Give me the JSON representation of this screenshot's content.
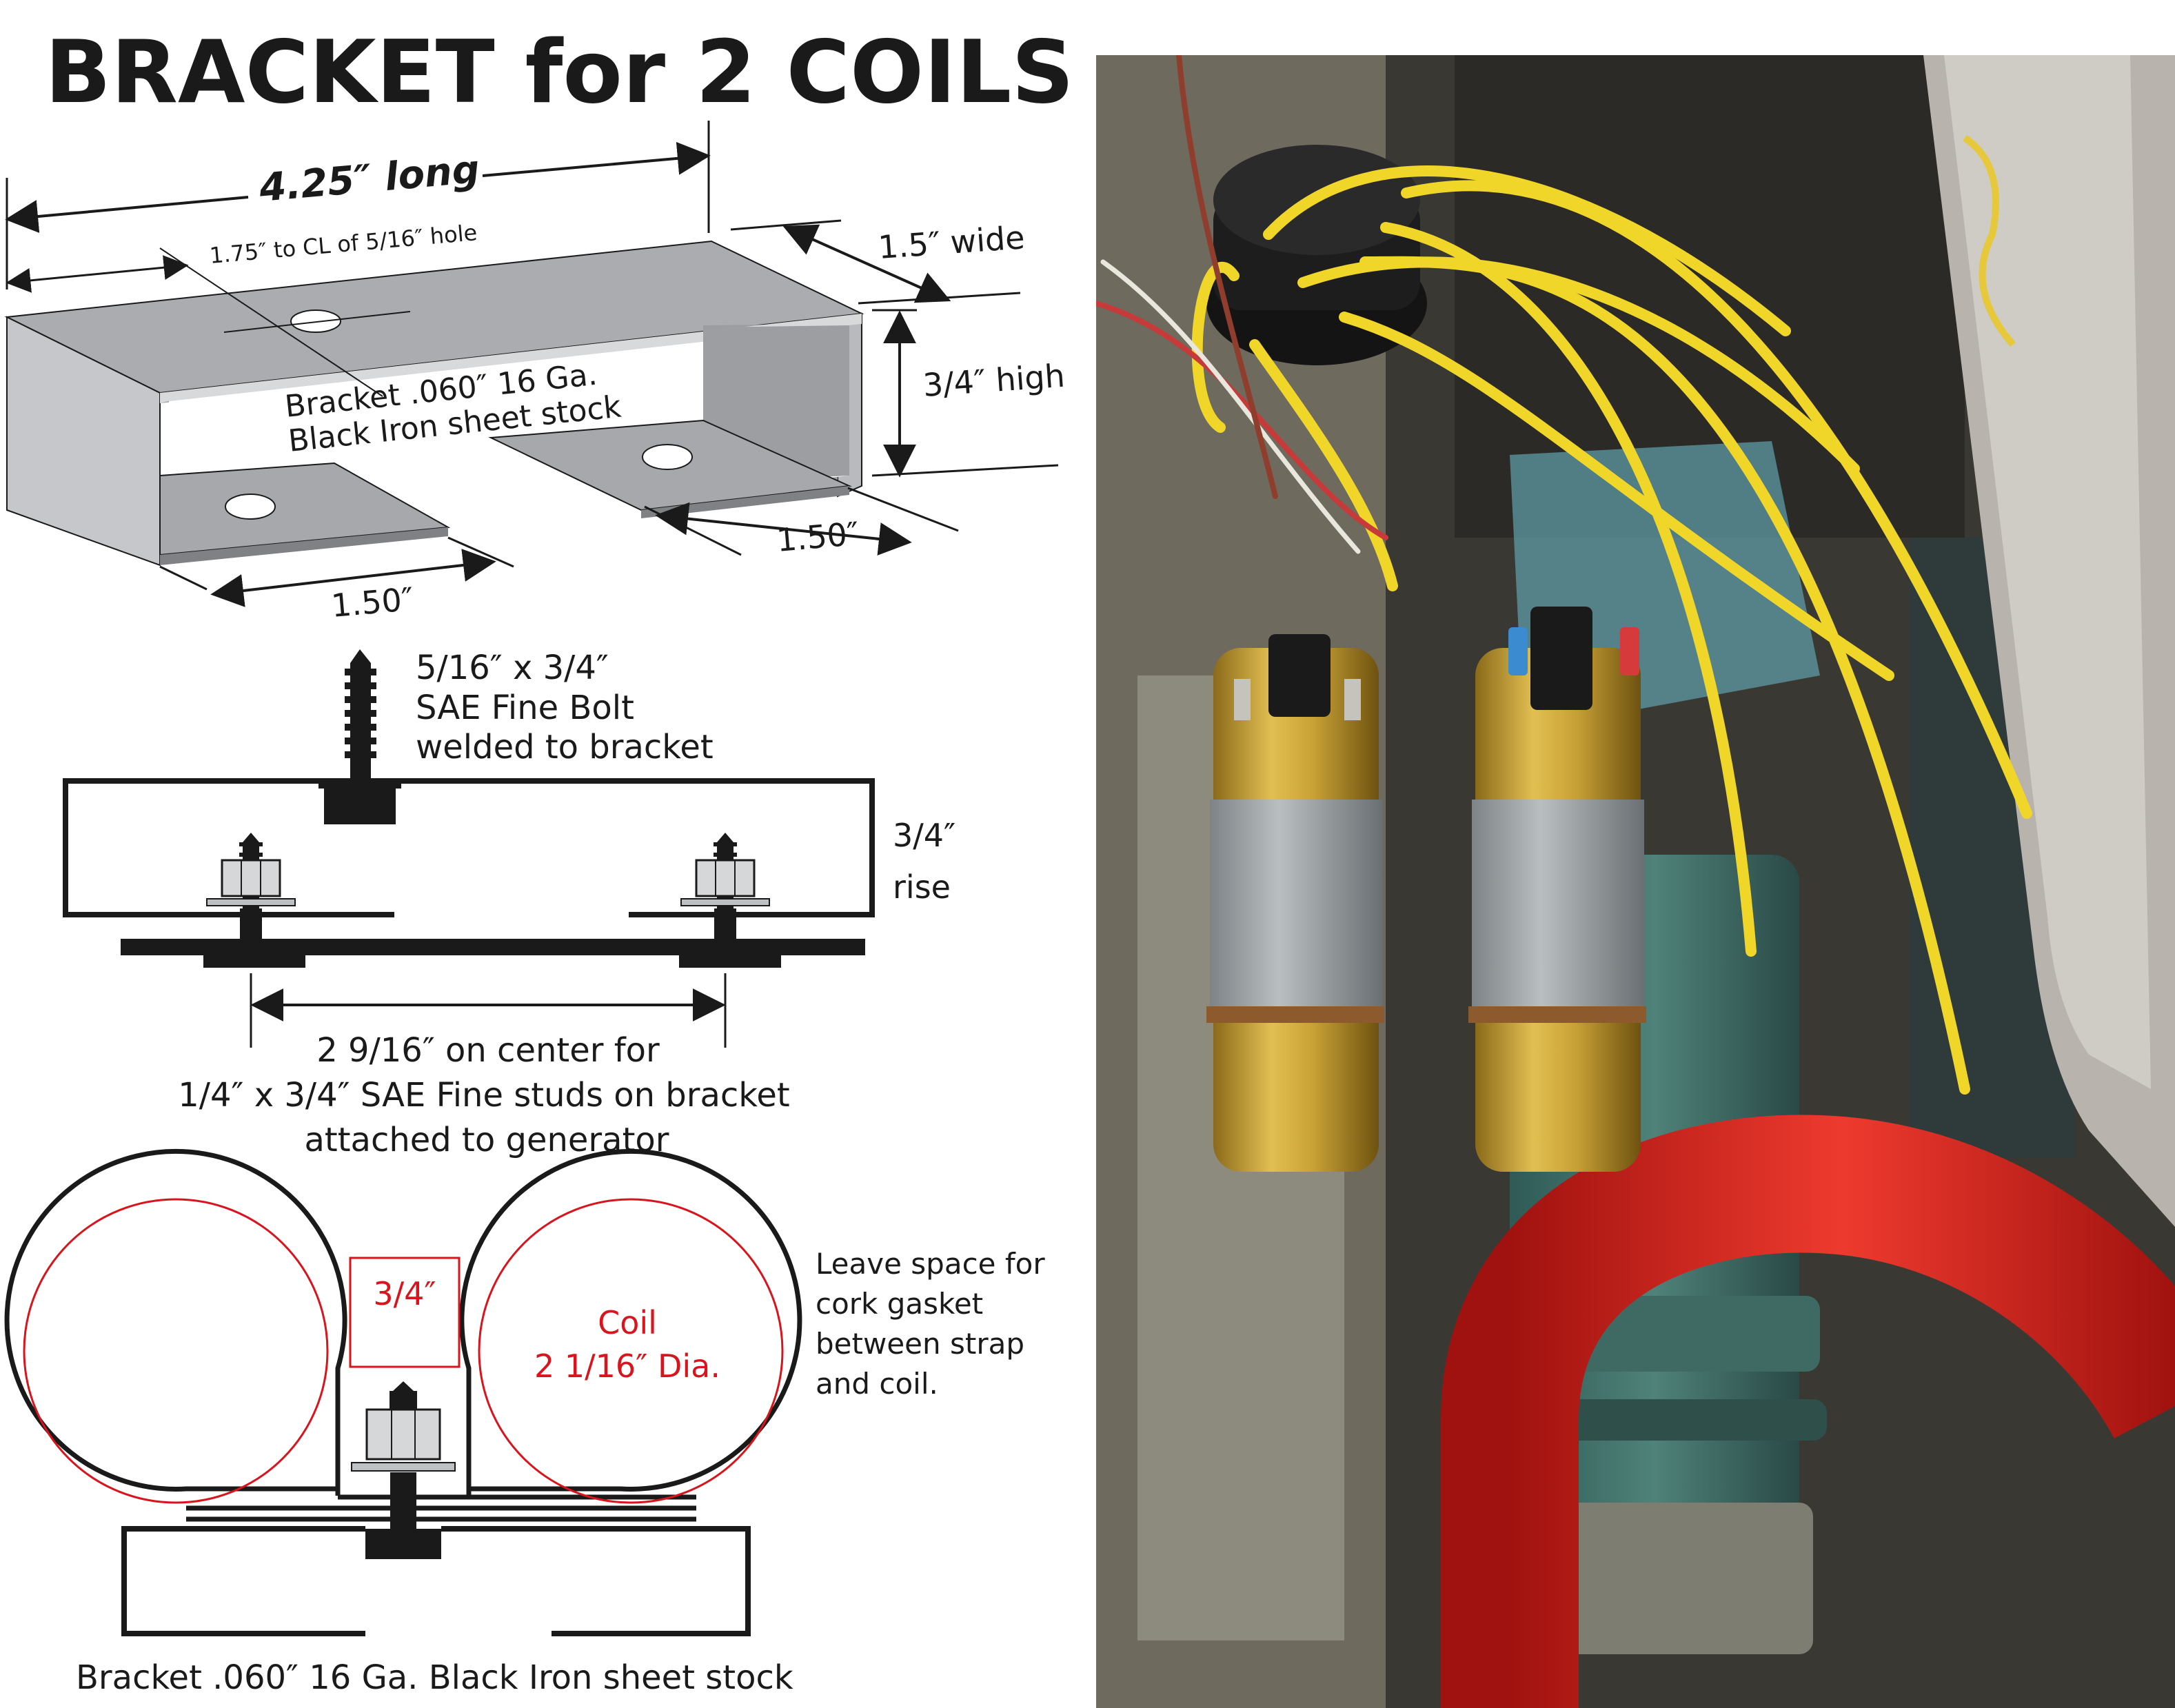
{
  "title": "BRACKET for 2 COILS",
  "top_view": {
    "length": "4.25″ long",
    "hole_location": "1.75″ to CL of 5/16″ hole",
    "width": "1.5″ wide",
    "height": "3/4″ high",
    "material_line1": "Bracket .060″  16 Ga.",
    "material_line2": "Black Iron sheet stock",
    "foot_right": "1.50″",
    "foot_left": "1.50″"
  },
  "side_view": {
    "bolt_line1": "5/16″  x 3/4″",
    "bolt_line2": "SAE Fine Bolt",
    "bolt_line3": "welded to bracket",
    "rise_line1": "3/4″",
    "rise_line2": "rise",
    "spacing_line1": "2  9/16″ on center for",
    "spacing_line2": "1/4″ x 3/4″ SAE Fine studs on bracket",
    "spacing_line3": "attached to generator"
  },
  "strap_view": {
    "gap": "3/4″",
    "coil_line1": "Coil",
    "coil_line2": "2  1/16″ Dia.",
    "note_line1": "Leave space for",
    "note_line2": "cork gasket",
    "note_line3": "between strap",
    "note_line4": "and coil.",
    "material": "Bracket .060″  16 Ga. Black Iron sheet stock"
  },
  "colors": {
    "accent_red": "#d8141c",
    "coil_gold": "#c9a236",
    "wire_yellow": "#f1d62a",
    "hose_red": "#e02b24"
  }
}
